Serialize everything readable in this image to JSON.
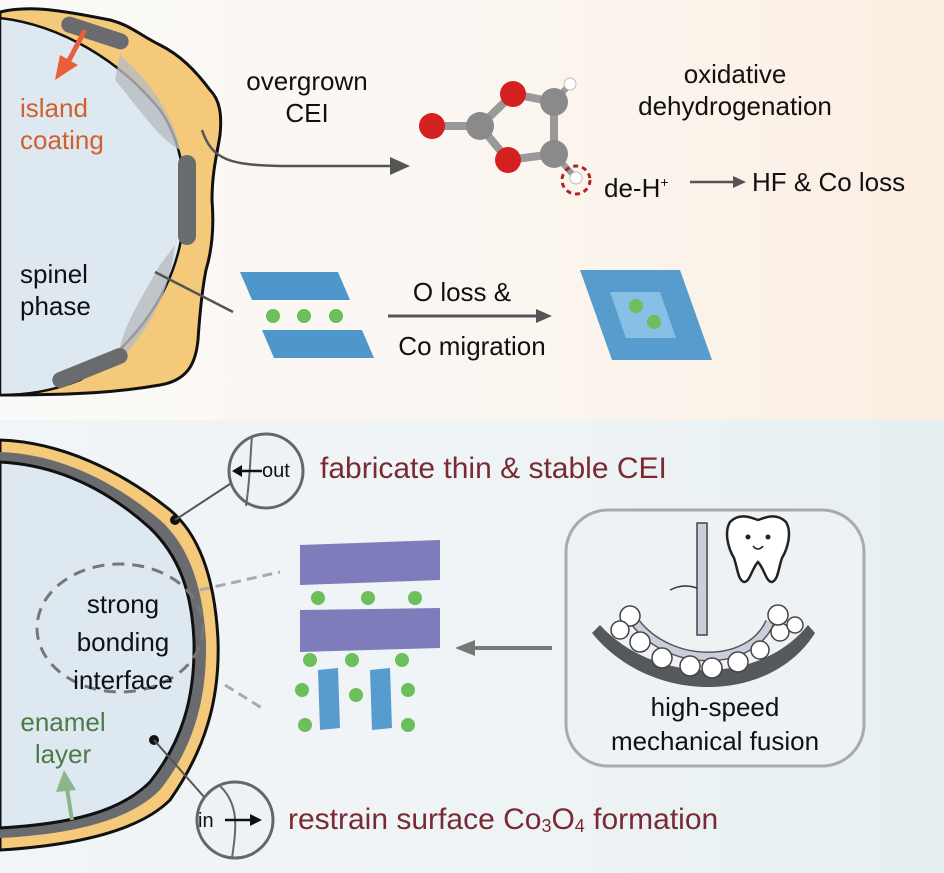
{
  "top_panel": {
    "particle_labels": {
      "island_coating": [
        "island",
        "coating"
      ],
      "spinel_phase": [
        "spinel",
        "phase"
      ]
    },
    "overgrown_cei": [
      "overgrown",
      "CEI"
    ],
    "oxidative_dehydrogenation": [
      "oxidative",
      "dehydrogenation"
    ],
    "de_h": "de-H",
    "de_h_sup": "+",
    "hf_co_loss": "HF & Co loss",
    "o_loss": "O loss &",
    "co_migration": "Co migration"
  },
  "bottom_panel": {
    "strong_bonding_interface": [
      "strong",
      "bonding",
      "interface"
    ],
    "enamel_layer": [
      "enamel",
      "layer"
    ],
    "out_label": "out",
    "in_label": "in",
    "fabricate": "fabricate thin & stable CEI",
    "restrain_prefix": "restrain surface Co",
    "restrain_sub1": "3",
    "restrain_mid": "O",
    "restrain_sub2": "4",
    "restrain_suffix": " formation",
    "fusion_box": [
      "high-speed",
      "mechanical fusion"
    ]
  },
  "colors": {
    "island_text": "#d0602e",
    "enamel_text": "#4d7a46",
    "highlight_text": "#7a2a33",
    "coating_yellow": "#f5c97a",
    "particle_blue": "#dde8f0",
    "dark_gray": "#5c5e63",
    "oxygen_red": "#d42020",
    "carbon_gray": "#8a8a8a",
    "octahedra_blue": "#3b8cc8",
    "octahedra_purple": "#6a66b0",
    "li_green": "#6cbf5a"
  }
}
